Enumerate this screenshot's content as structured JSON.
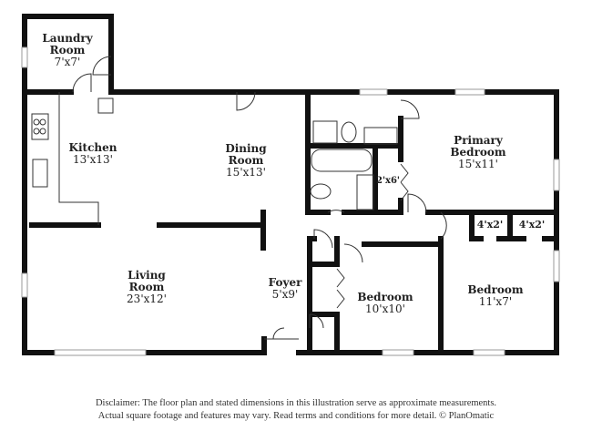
{
  "rooms": [
    {
      "name": "Laundry Room",
      "line1": "Laundry",
      "line2": "Room",
      "dim": "7'x7'"
    },
    {
      "name": "Kitchen",
      "line1": "Kitchen",
      "dim": "13'x13'"
    },
    {
      "name": "Dining Room",
      "line1": "Dining",
      "line2": "Room",
      "dim": "15'x13'"
    },
    {
      "name": "Primary Bedroom",
      "line1": "Primary",
      "line2": "Bedroom",
      "dim": "15'x11'"
    },
    {
      "name": "Living Room",
      "line1": "Living",
      "line2": "Room",
      "dim": "23'x12'"
    },
    {
      "name": "Foyer",
      "line1": "Foyer",
      "dim": "5'x9'"
    },
    {
      "name": "Bedroom",
      "line1": "Bedroom",
      "dim": "10'x10'"
    },
    {
      "name": "Bedroom",
      "line1": "Bedroom",
      "dim": "11'x7'"
    }
  ],
  "closets": [
    "2'x6'",
    "4'x2'",
    "4'x2'"
  ],
  "disclaimer": {
    "line1": "Disclaimer: The floor plan and stated dimensions in this illustration serve as approximate measurements.",
    "line2": "Actual square footage and features may vary. Read terms and conditions for more detail. © PlanOmatic"
  }
}
